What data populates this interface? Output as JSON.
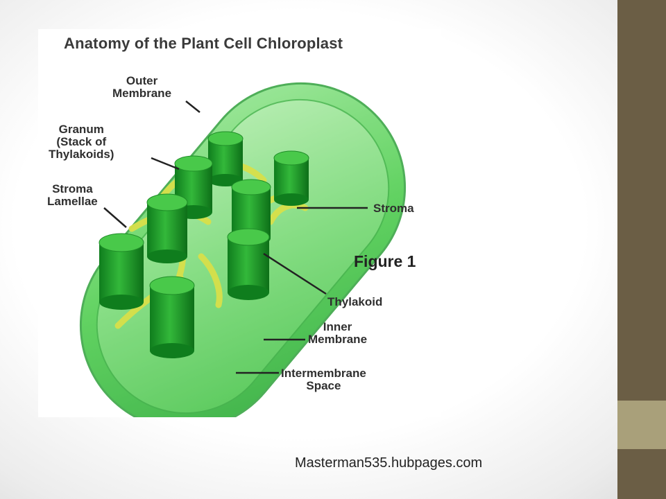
{
  "colors": {
    "side_dark": "#6b5e45",
    "side_light": "#a9a07a",
    "chloroplast_green": "#4ccd4c",
    "granum_green": "#1f9d2a",
    "lamellae_yellow": "#d8e04a"
  },
  "diagram": {
    "title": "Anatomy of the Plant Cell Chloroplast",
    "figure_caption": "Figure 1",
    "labels": {
      "outer_membrane": "Outer\nMembrane",
      "granum": "Granum\n(Stack of\nThylakoids)",
      "stroma_lamellae": "Stroma\nLamellae",
      "stroma": "Stroma",
      "thylakoid": "Thylakoid",
      "inner_membrane": "Inner\nMembrane",
      "intermembrane_space": "Intermembrane\nSpace"
    }
  },
  "credit": "Masterman535.hubpages.com"
}
